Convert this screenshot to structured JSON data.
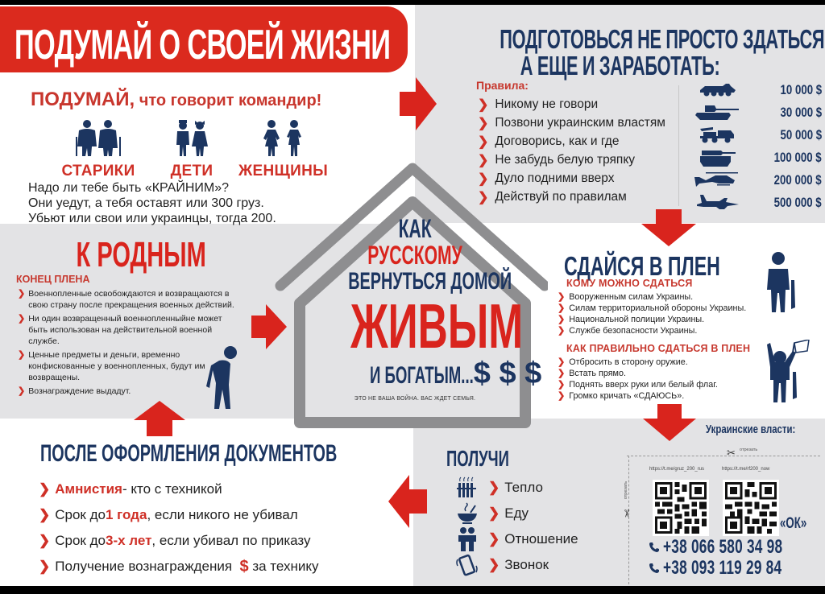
{
  "colors": {
    "red": "#d9241d",
    "navy": "#1c3560",
    "panel_grey": "#e3e3e5",
    "house_grey": "#8e8e90"
  },
  "top_left": {
    "banner_title": "ПОДУМАЙ О СВОЕЙ ЖИЗНИ",
    "think_prefix": "ПОДУМАЙ,",
    "think_rest": " что говорит командир!",
    "groups": [
      {
        "label": "СТАРИКИ",
        "icon": "elderly-couple-icon"
      },
      {
        "label": "ДЕТИ",
        "icon": "children-icon"
      },
      {
        "label": "ЖЕНЩИНЫ",
        "icon": "women-icon"
      }
    ],
    "warning_lines": [
      "Надо ли тебе быть «КРАЙНИМ»?",
      "Они уедут, а тебя оставят или 300 груз.",
      "Убьют или свои или украинцы, тогда 200."
    ]
  },
  "top_right": {
    "title_line1": "ПОДГОТОВЬСЯ НЕ ПРОСТО ЗДАТЬСЯ,",
    "title_line2": "А ЕЩЕ И ЗАРАБОТАТЬ:",
    "rules_label": "Правила:",
    "rules": [
      "Никому не говори",
      "Позвони украинским властям",
      "Договорись, как и где",
      "Не забудь белую тряпку",
      "Дуло подними вверх",
      "Действуй по правилам"
    ],
    "bounties": [
      {
        "vehicle": "apc-icon",
        "amount": "10 000 $"
      },
      {
        "vehicle": "tank-icon",
        "amount": "30 000 $"
      },
      {
        "vehicle": "air-defense-truck-icon",
        "amount": "50 000 $"
      },
      {
        "vehicle": "self-propelled-artillery-icon",
        "amount": "100 000 $"
      },
      {
        "vehicle": "helicopter-icon",
        "amount": "200 000 $"
      },
      {
        "vehicle": "fighter-jet-icon",
        "amount": "500 000 $"
      }
    ]
  },
  "mid_left": {
    "title": "К РОДНЫМ",
    "section_label": "КОНЕЦ ПЛЕНА",
    "items": [
      "Военнопленные освобождаются и возвращаются в свою страну после прекращения военных действий.",
      "Ни один возвращенный военнопленныйне может быть использован на действительной военной службе.",
      "Ценные предметы и деньги, временно конфискованные у военнопленных, будут им возвращены.",
      "Вознаграждение выдадут."
    ]
  },
  "house": {
    "line1": "КАК",
    "line2": "РУССКОМУ",
    "line3": "ВЕРНУТЬСЯ ДОМОЙ",
    "line4": "ЖИВЫМ",
    "line5": "И БОГАТЫМ...",
    "dollars": "$ $ $",
    "footnote": "ЭТО НЕ ВАША ВОЙНА. ВАС ЖДЕТ СЕМЬЯ."
  },
  "mid_right": {
    "title": "СДАЙСЯ В ПЛЕН",
    "who_label": "КОМУ МОЖНО СДАТЬСЯ",
    "who_items": [
      "Вооруженным силам Украины.",
      "Силам территориальной обороны Украины.",
      "Национальной полиции Украины.",
      "Службе безопасности Украины."
    ],
    "how_label": "КАК ПРАВИЛЬНО СДАТЬСЯ В ПЛЕН",
    "how_items": [
      "Отбросить в сторону оружие.",
      "Встать прямо.",
      "Поднять вверх руки или белый флаг.",
      "Громко кричать «СДАЮСЬ»."
    ]
  },
  "bottom_left": {
    "title": "ПОСЛЕ ОФОРМЛЕНИЯ ДОКУМЕНТОВ",
    "items": [
      {
        "pre": "",
        "hl": "Амнистия",
        "post": " - кто с техникой"
      },
      {
        "pre": "Срок до ",
        "hl": "1 года",
        "post": ", если никого не убивал"
      },
      {
        "pre": "Срок до ",
        "hl": "3-х лет",
        "post": ", если убивал по приказу"
      },
      {
        "pre": "Получение вознаграждения  ",
        "hl": "$",
        "post": " за технику"
      }
    ]
  },
  "bottom_right": {
    "title": "ПОЛУЧИ",
    "items": [
      {
        "label": "Тепло",
        "icon": "radiator-icon"
      },
      {
        "label": "Еду",
        "icon": "food-bowl-icon"
      },
      {
        "label": "Отношение",
        "icon": "people-embrace-icon"
      },
      {
        "label": "Звонок",
        "icon": "phone-ringing-icon"
      }
    ],
    "authorities_label": "Украинские власти:",
    "cut_label": "отрезать",
    "qr_urls": [
      "https://t.me/gruz_200_rus",
      "https://t.me/rf200_now"
    ],
    "ok_label": "«ОК»",
    "phones": [
      "+38 066 580 34 98",
      "+38 093 119 29 84"
    ]
  }
}
